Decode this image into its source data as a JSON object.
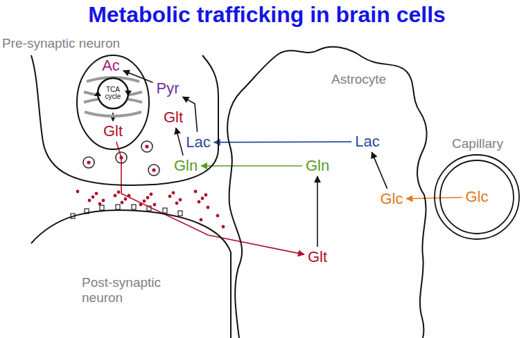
{
  "diagram": {
    "title": "Metabolic trafficking in brain cells",
    "nodes": [
      {
        "text": [
          "Pre-synaptic neuron"
        ]
      },
      {
        "text": [
          "TCA cycle"
        ],
        "in": 0
      },
      {
        "text": [
          "Ac"
        ],
        "in": 0
      },
      {
        "text": [
          "Pyr"
        ],
        "in": 0
      },
      {
        "text": [
          "Glt"
        ],
        "in": 0
      },
      {
        "text": [
          "Glt"
        ],
        "in": 0
      },
      {
        "text": [
          "Lac"
        ],
        "in": 0
      },
      {
        "text": [
          "Gln"
        ],
        "in": 0
      },
      {
        "text": [
          "Astrocyte"
        ]
      },
      {
        "text": [
          "Lac"
        ],
        "in": 8
      },
      {
        "text": [
          "Gln"
        ],
        "in": 8
      },
      {
        "text": [
          "Glt"
        ],
        "in": 8
      },
      {
        "text": [
          "Glc"
        ],
        "in": 8
      },
      {
        "text": [
          "Capillary"
        ]
      },
      {
        "text": [
          "Glc"
        ],
        "in": 13
      },
      {
        "text": [
          "Post-synaptic neuron"
        ]
      }
    ],
    "edges": [
      {
        "from": 3,
        "to": 2,
        "arrow": "to"
      },
      {
        "from": 6,
        "to": 3,
        "arrow": "to"
      },
      {
        "from": 7,
        "to": 5,
        "arrow": "to"
      },
      {
        "from": 9,
        "to": 6,
        "arrow": "to"
      },
      {
        "from": 10,
        "to": 7,
        "arrow": "to"
      },
      {
        "from": 11,
        "to": 10,
        "arrow": "to"
      },
      {
        "from": 12,
        "to": 9,
        "arrow": "to"
      },
      {
        "from": 14,
        "to": 12,
        "arrow": "to"
      },
      {
        "from": 1,
        "to": 4,
        "arrow": "to"
      },
      {
        "from": 4,
        "to": 11,
        "arrow": "to"
      }
    ]
  }
}
